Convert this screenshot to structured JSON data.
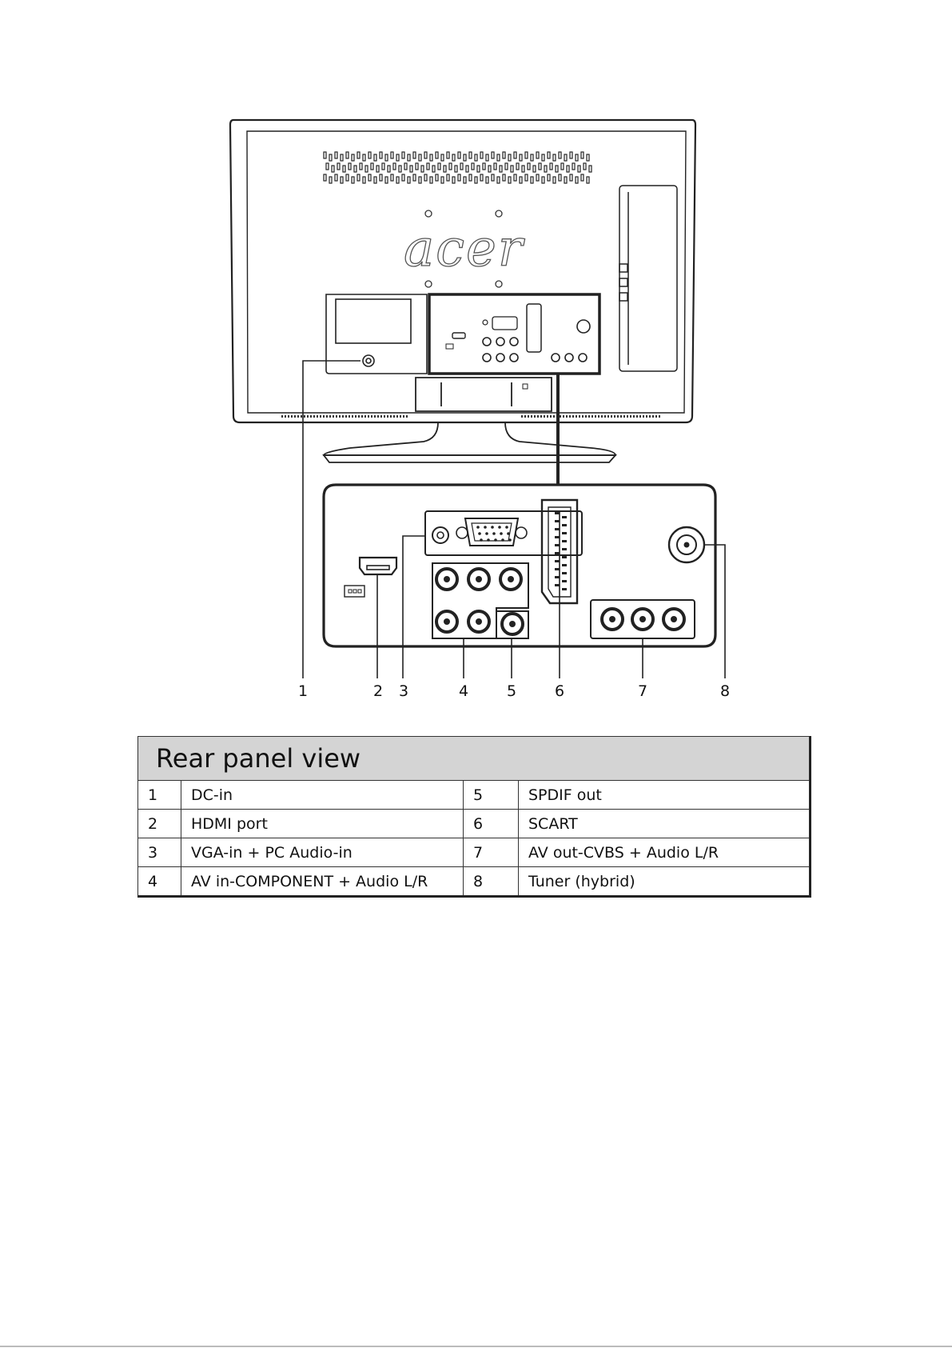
{
  "figure": {
    "brand_logo": "acer",
    "callout_numbers": [
      "1",
      "2",
      "3",
      "4",
      "5",
      "6",
      "7",
      "8"
    ]
  },
  "table": {
    "title": "Rear panel view",
    "rows": [
      {
        "num_left": "1",
        "label_left": "DC-in",
        "num_right": "5",
        "label_right": "SPDIF out"
      },
      {
        "num_left": "2",
        "label_left": "HDMI port",
        "num_right": "6",
        "label_right": "SCART"
      },
      {
        "num_left": "3",
        "label_left": "VGA-in + PC Audio-in",
        "num_right": "7",
        "label_right": "AV out-CVBS + Audio L/R"
      },
      {
        "num_left": "4",
        "label_left": "AV in-COMPONENT + Audio L/R",
        "num_right": "8",
        "label_right": "Tuner (hybrid)"
      }
    ]
  }
}
